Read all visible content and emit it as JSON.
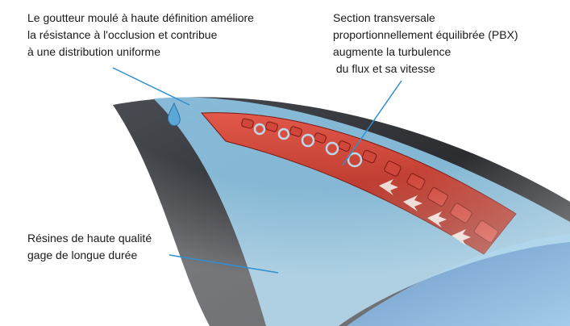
{
  "callouts": {
    "emitter": {
      "lines": [
        "Le goutteur moulé à haute définition améliore",
        "la résistance à l'occlusion et contribue",
        "à une distribution uniforme"
      ]
    },
    "section": {
      "lines": [
        "Section transversale",
        "proportionnellement équilibrée (PBX)",
        "augmente la turbulence",
        " du flux et sa vitesse"
      ]
    },
    "resin": {
      "lines": [
        "Résines de haute qualité",
        "gage de longue durée"
      ]
    }
  },
  "colors": {
    "tube_dark": "#2b2d31",
    "channel_blue": "#8ec6e6",
    "emitter_red": "#c8382a",
    "water_blue": "#3a7fbf",
    "leader_line": "#2f8fd0"
  },
  "icons": [
    "water-drop-icon",
    "flow-swirl-icon",
    "flow-arrow-icon"
  ]
}
